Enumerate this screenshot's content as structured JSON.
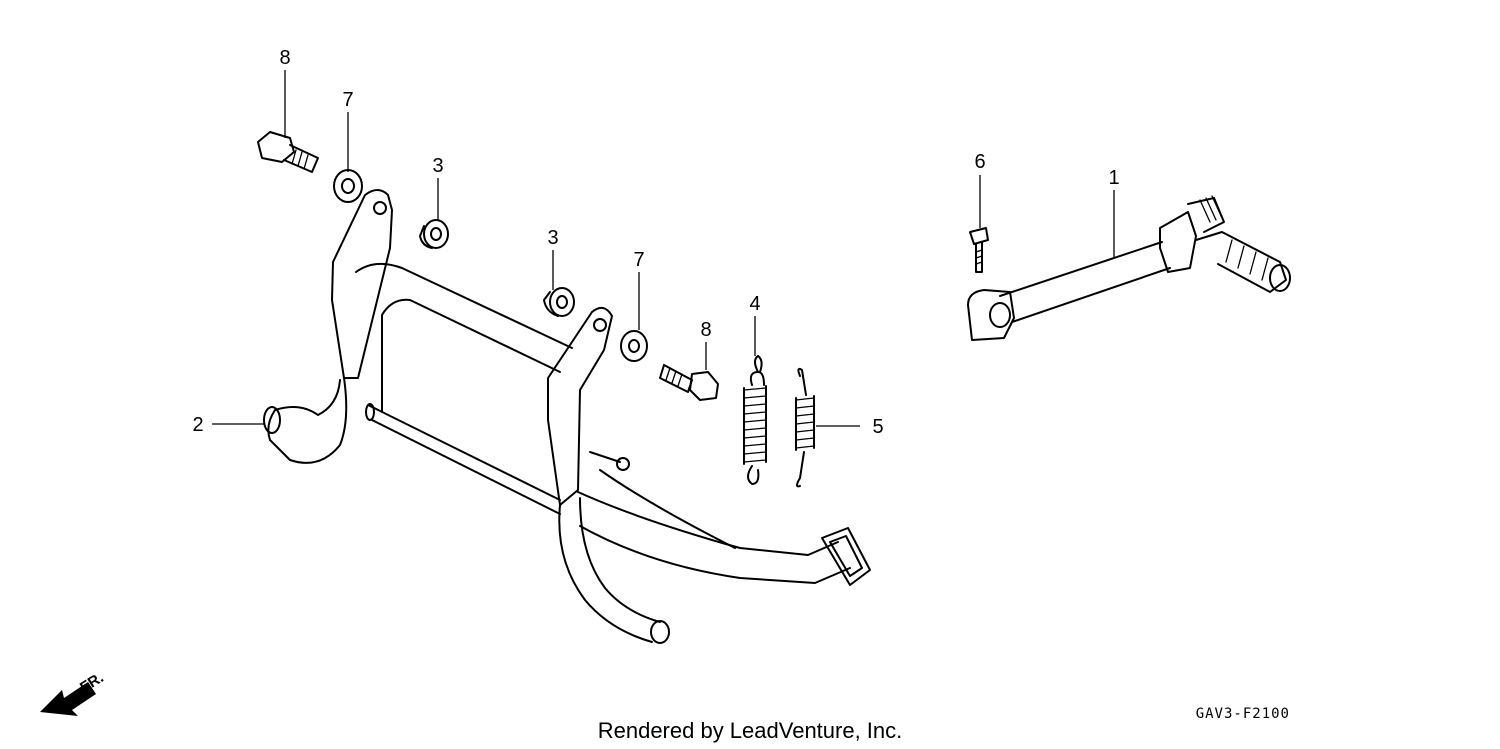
{
  "callouts": [
    {
      "id": "c8a",
      "label": "8"
    },
    {
      "id": "c7a",
      "label": "7"
    },
    {
      "id": "c3a",
      "label": "3"
    },
    {
      "id": "c3b",
      "label": "3"
    },
    {
      "id": "c7b",
      "label": "7"
    },
    {
      "id": "c8b",
      "label": "8"
    },
    {
      "id": "c4",
      "label": "4"
    },
    {
      "id": "c5",
      "label": "5"
    },
    {
      "id": "c2",
      "label": "2"
    },
    {
      "id": "c6",
      "label": "6"
    },
    {
      "id": "c1",
      "label": "1"
    }
  ],
  "direction_label": "FR.",
  "diagram_code": "GAV3-F2100",
  "credit": "Rendered by LeadVenture, Inc."
}
